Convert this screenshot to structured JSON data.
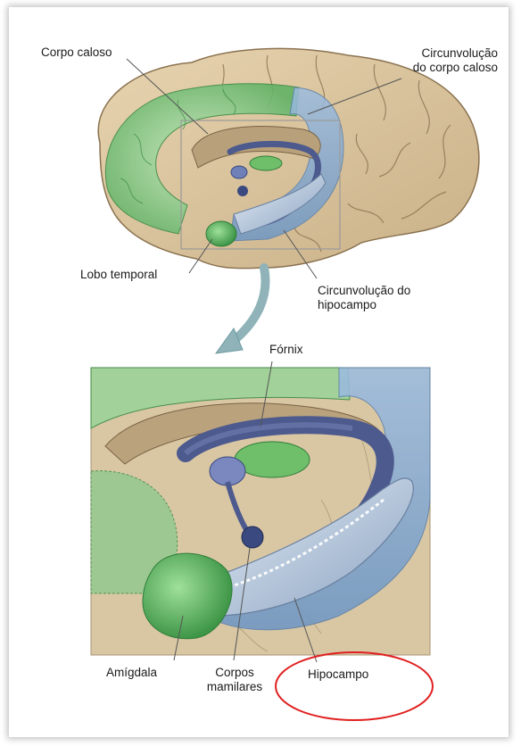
{
  "top_diagram": {
    "labels": {
      "corpo_caloso": "Corpo caloso",
      "circ_corpo_caloso_l1": "Circunvolução",
      "circ_corpo_caloso_l2": "do corpo caloso",
      "lobo_temporal": "Lobo temporal",
      "circ_hipocampo_l1": "Circunvolução do",
      "circ_hipocampo_l2": "hipocampo"
    }
  },
  "bottom_diagram": {
    "labels": {
      "fornix": "Fórnix",
      "amigdala": "Amígdala",
      "corpos_l1": "Corpos",
      "corpos_l2": "mamilares",
      "hipocampo": "Hipocampo"
    }
  },
  "colors": {
    "cortex": "#d8c4a0",
    "limbic_green": "#9ed49a",
    "hippocampal_blue": "#8fb3d6",
    "fornix_dark": "#4d5a8e",
    "highlight_circle": "#e02020"
  }
}
